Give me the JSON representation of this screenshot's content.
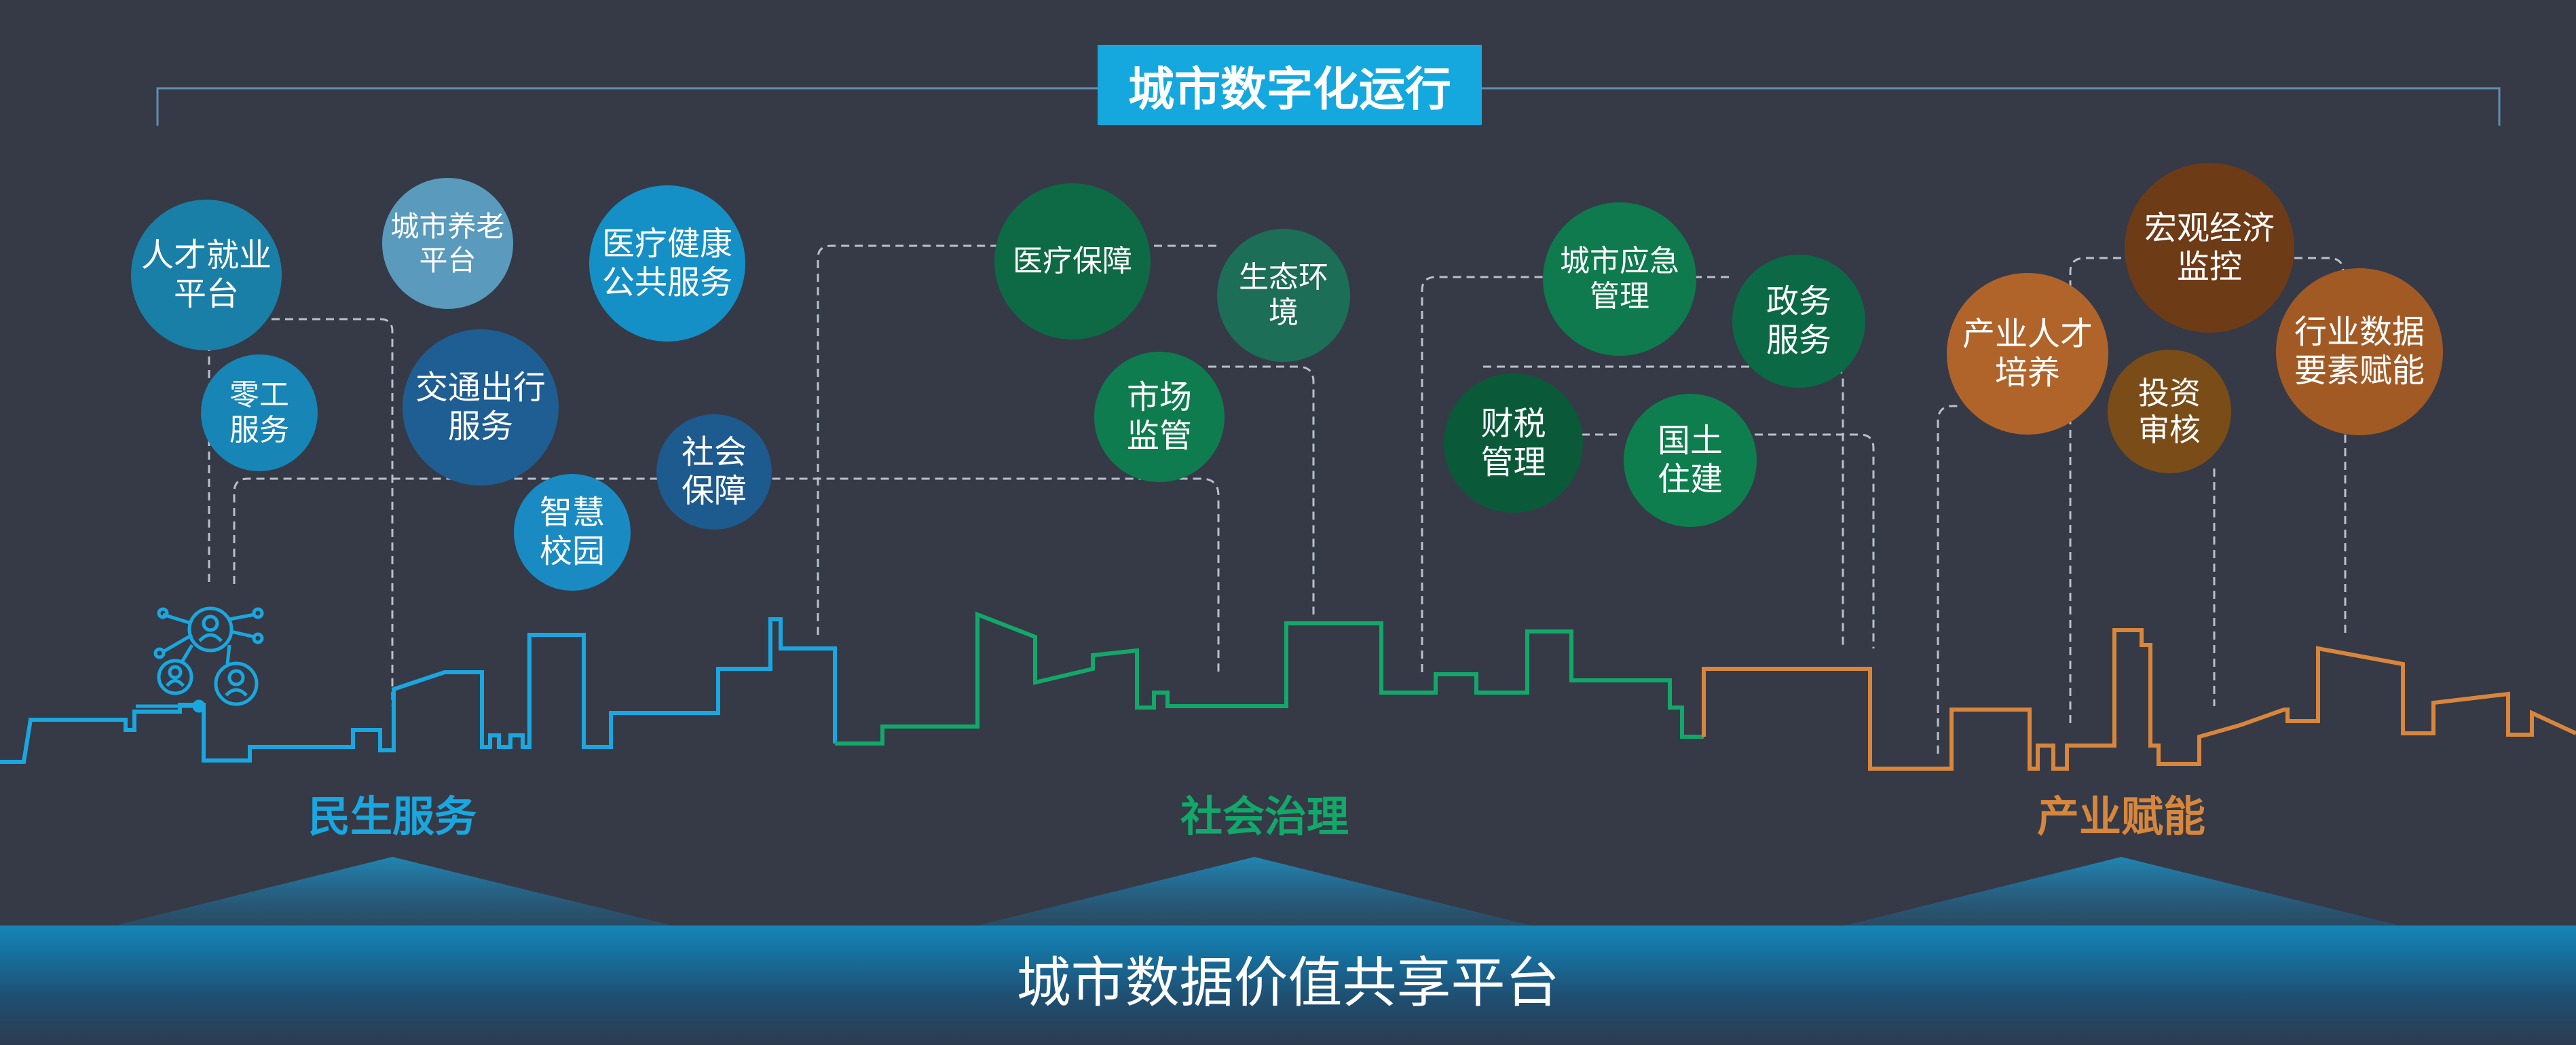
{
  "title": "城市数字化运行",
  "platform": "城市数据价值共享平台",
  "colors": {
    "background": "#353a46",
    "title_bg": "#15a8de",
    "blue": "#1aa7e0",
    "green": "#12a86a",
    "orange": "#d8863c"
  },
  "categories": [
    {
      "label": "民生服务",
      "color": "#1aa7e0"
    },
    {
      "label": "社会治理",
      "color": "#12a86a"
    },
    {
      "label": "产业赋能",
      "color": "#d8863c"
    }
  ],
  "bubbles": {
    "livelihood": [
      {
        "line1": "人才就业",
        "line2": "平台"
      },
      {
        "line1": "城市养老",
        "line2": "平台"
      },
      {
        "line1": "医疗健康",
        "line2": "公共服务"
      },
      {
        "line1": "零工",
        "line2": "服务"
      },
      {
        "line1": "交通出行",
        "line2": "服务"
      },
      {
        "line1": "社会",
        "line2": "保障"
      },
      {
        "line1": "智慧",
        "line2": "校园"
      }
    ],
    "governance": [
      {
        "line1": "医疗保障"
      },
      {
        "line1": "生态环境"
      },
      {
        "line1": "市场",
        "line2": "监管"
      },
      {
        "line1": "城市应急",
        "line2": "管理"
      },
      {
        "line1": "政务",
        "line2": "服务"
      },
      {
        "line1": "财税",
        "line2": "管理"
      },
      {
        "line1": "国土",
        "line2": "住建"
      }
    ],
    "industry": [
      {
        "line1": "宏观经济",
        "line2": "监控"
      },
      {
        "line1": "产业人才",
        "line2": "培养"
      },
      {
        "line1": "行业数据",
        "line2": "要素赋能"
      },
      {
        "line1": "投资",
        "line2": "审核"
      }
    ]
  }
}
